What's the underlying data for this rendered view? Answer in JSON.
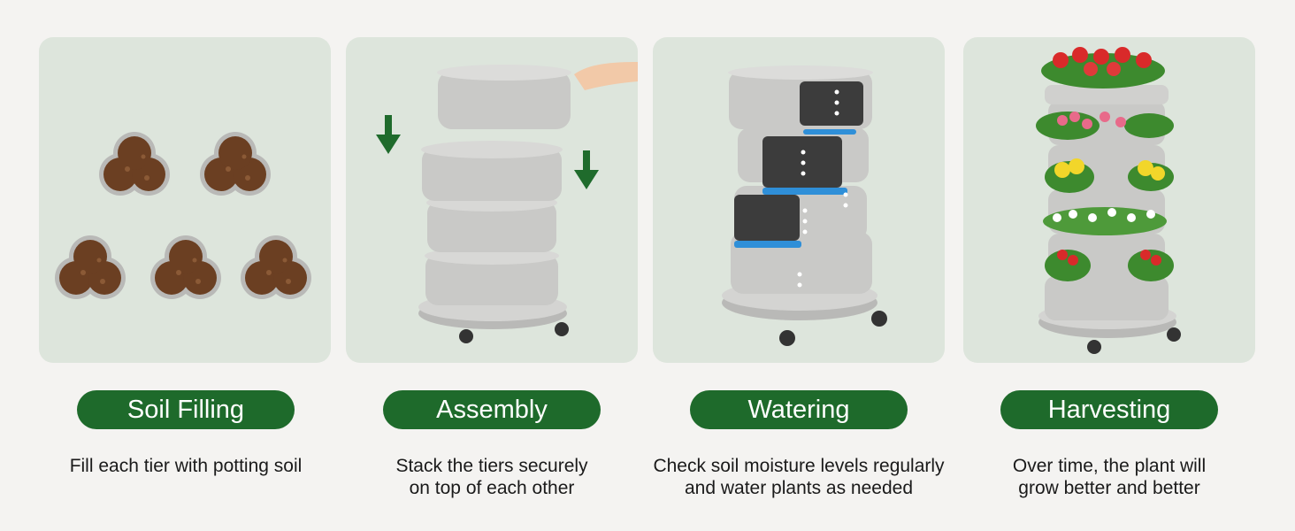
{
  "steps": [
    {
      "title": "Soil Filling",
      "caption": [
        "Fill each tier with potting soil"
      ]
    },
    {
      "title": "Assembly",
      "caption": [
        "Stack the tiers securely",
        "on top of each other"
      ]
    },
    {
      "title": "Watering",
      "caption": [
        "Check soil moisture levels regularly",
        "and water plants as needed"
      ]
    },
    {
      "title": "Harvesting",
      "caption": [
        "Over time, the plant will",
        "grow better and better"
      ]
    }
  ],
  "colors": {
    "pill_green": "#1e6a2b",
    "panel_bg": "#dde5dc",
    "page_bg": "#f4f3f1",
    "planter_gray": "#c9c9c7",
    "soil_brown": "#6b3f22",
    "water_blue": "#2f8fd8",
    "arrow_green": "#1f6b2c"
  }
}
